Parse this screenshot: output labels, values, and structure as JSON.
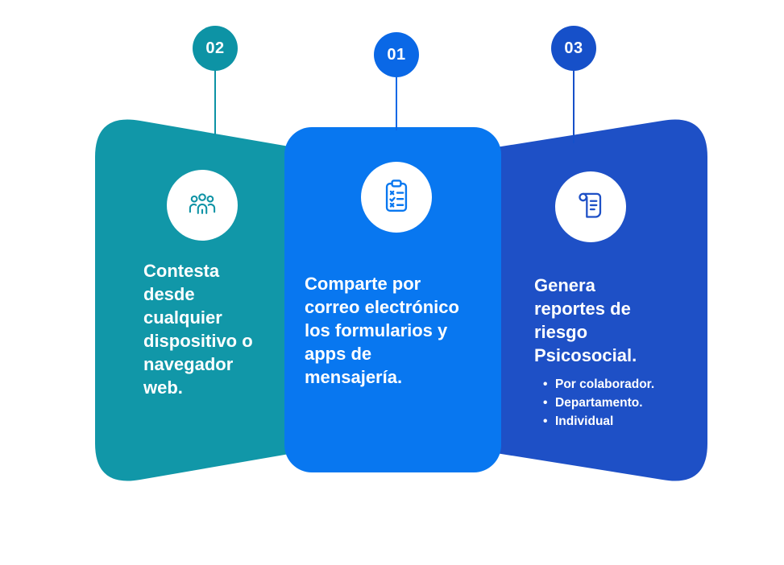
{
  "canvas": {
    "background": "#FFFFFF"
  },
  "cards": [
    {
      "badge": "02",
      "color": "#1197A8",
      "badge_color": "#0D93A5",
      "icon": "people-group-icon",
      "text": "Contesta\ndesde\ncualquier\ndispositivo o\nnavegador\nweb."
    },
    {
      "badge": "01",
      "color": "#0877F0",
      "badge_color": "#0A68E6",
      "icon": "clipboard-checklist-icon",
      "text": "Comparte por\ncorreo electrónico\nlos formularios y\napps de\nmensajería."
    },
    {
      "badge": "03",
      "color": "#1E50C6",
      "badge_color": "#1650C9",
      "icon": "scroll-report-icon",
      "text": "Genera\nreportes de\nriesgo\nPsicosocial.",
      "bullets": [
        "Por colaborador.",
        "Departamento.",
        "Individual"
      ]
    }
  ]
}
